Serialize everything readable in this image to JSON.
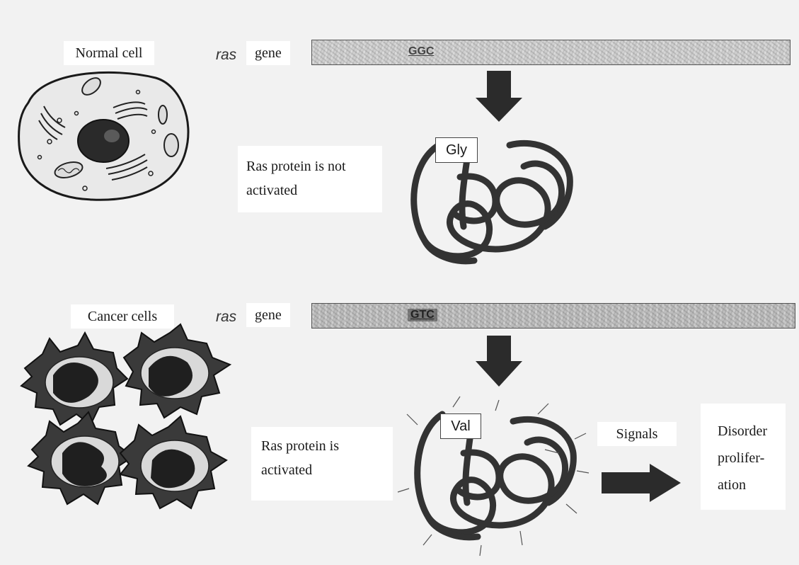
{
  "normal": {
    "cell_label": "Normal cell",
    "ras": "ras",
    "gene": "gene",
    "codon": "GGC",
    "amino_acid": "Gly",
    "protein_state": "Ras protein is not activated"
  },
  "cancer": {
    "cell_label": "Cancer cells",
    "ras": "ras",
    "gene": "gene",
    "codon": "GTC",
    "amino_acid": "Val",
    "protein_state": "Ras protein is activated",
    "signals": "Signals",
    "outcome": "Disorder prolifer- ation"
  }
}
